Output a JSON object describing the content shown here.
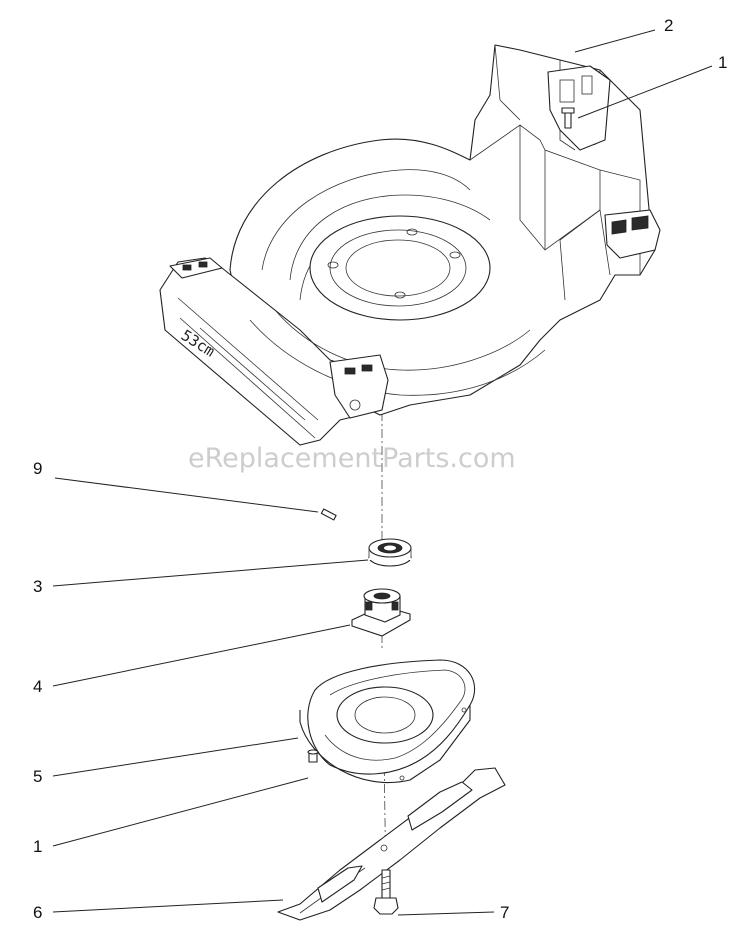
{
  "watermark": "eReplacementParts.com",
  "deck_label": "53cm",
  "callouts": [
    {
      "id": "callout-2-top",
      "number": "2"
    },
    {
      "id": "callout-1-top",
      "number": "1"
    },
    {
      "id": "callout-9",
      "number": "9"
    },
    {
      "id": "callout-3",
      "number": "3"
    },
    {
      "id": "callout-4",
      "number": "4"
    },
    {
      "id": "callout-5",
      "number": "5"
    },
    {
      "id": "callout-1-bottom",
      "number": "1"
    },
    {
      "id": "callout-6",
      "number": "6"
    },
    {
      "id": "callout-7",
      "number": "7"
    }
  ]
}
